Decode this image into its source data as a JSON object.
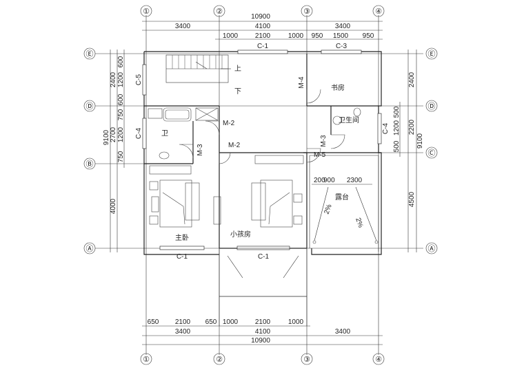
{
  "plan": {
    "axes_x": [
      "①",
      "②",
      "③",
      "④"
    ],
    "axes_y": [
      "Ⓔ",
      "Ⓓ",
      "Ⓒ",
      "Ⓑ",
      "Ⓐ"
    ],
    "dims_top": {
      "total": "10900",
      "tier1": [
        "3400",
        "4100",
        "3400"
      ],
      "tier2": [
        "1000",
        "2100",
        "1000",
        "950",
        "1500",
        "950"
      ]
    },
    "dims_bottom": {
      "tier1": [
        "650",
        "2100",
        "650",
        "1000",
        "2100",
        "1000"
      ],
      "tier2": [
        "3400",
        "4100",
        "3400"
      ],
      "total": "10900"
    },
    "dims_left": {
      "total": "9100",
      "tier1": [
        "2400",
        "2700",
        "4000"
      ],
      "tier2": [
        "600",
        "1200",
        "600",
        "750",
        "1200",
        "750"
      ]
    },
    "dims_right": {
      "tier1": [
        "2400",
        "2200",
        "4500"
      ],
      "tier2": [
        "500",
        "1200",
        "500"
      ],
      "total": "9100"
    },
    "rooms": {
      "study": "书房",
      "bath_left": "卫",
      "bath_right": "卫生间",
      "master": "主卧",
      "kids": "小孩房",
      "terrace": "露台",
      "stair_up": "上",
      "stair_down": "下"
    },
    "tags": {
      "c1_top": "C-1",
      "c3_top": "C-3",
      "c5": "C-5",
      "c4_left": "C-4",
      "c4_right": "C-4",
      "c1_bottom_left": "C-1",
      "c1_bottom_mid": "C-1",
      "m4": "M-4",
      "m2_a": "M-2",
      "m2_b": "M-2",
      "m3_left": "M-3",
      "m3_right": "M-3",
      "m5": "M-5"
    },
    "terrace_dims": [
      "200",
      "900",
      "2300"
    ],
    "slope_marks": [
      "2%",
      "2%"
    ]
  }
}
